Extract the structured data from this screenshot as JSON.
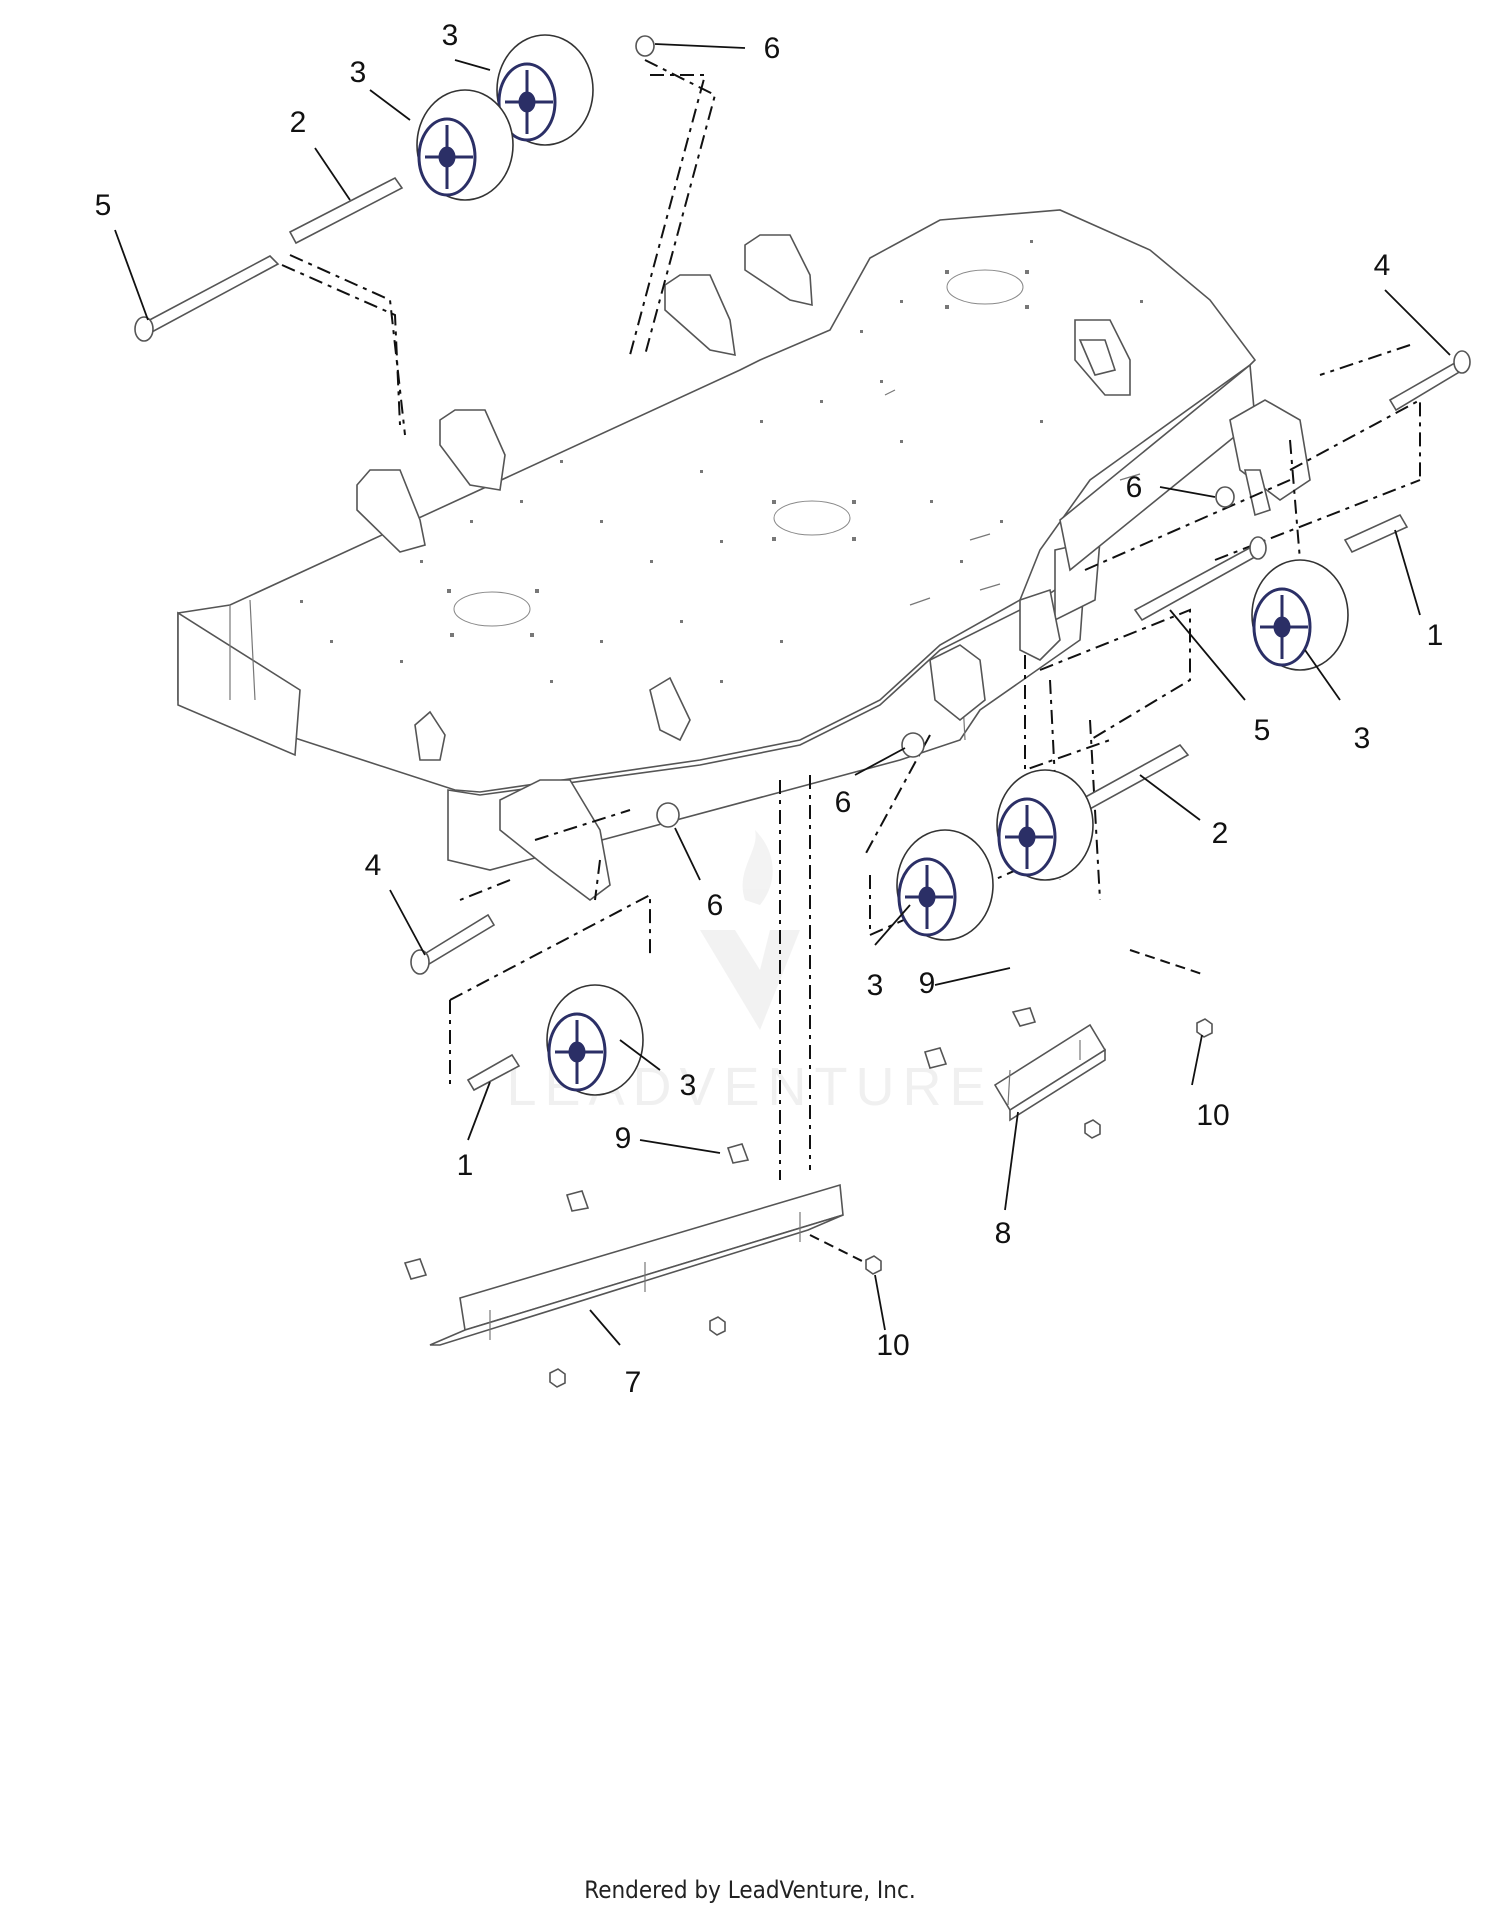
{
  "callouts": [
    {
      "id": "c1a",
      "text": "1"
    },
    {
      "id": "c1b",
      "text": "1"
    },
    {
      "id": "c2a",
      "text": "2"
    },
    {
      "id": "c2b",
      "text": "2"
    },
    {
      "id": "c3a",
      "text": "3"
    },
    {
      "id": "c3b",
      "text": "3"
    },
    {
      "id": "c3c",
      "text": "3"
    },
    {
      "id": "c3d",
      "text": "3"
    },
    {
      "id": "c3e",
      "text": "3"
    },
    {
      "id": "c4a",
      "text": "4"
    },
    {
      "id": "c4b",
      "text": "4"
    },
    {
      "id": "c5a",
      "text": "5"
    },
    {
      "id": "c5b",
      "text": "5"
    },
    {
      "id": "c6a",
      "text": "6"
    },
    {
      "id": "c6b",
      "text": "6"
    },
    {
      "id": "c6c",
      "text": "6"
    },
    {
      "id": "c6d",
      "text": "6"
    },
    {
      "id": "c7",
      "text": "7"
    },
    {
      "id": "c8",
      "text": "8"
    },
    {
      "id": "c9a",
      "text": "9"
    },
    {
      "id": "c9b",
      "text": "9"
    },
    {
      "id": "c10a",
      "text": "10"
    },
    {
      "id": "c10b",
      "text": "10"
    }
  ],
  "footer": "Rendered by LeadVenture, Inc.",
  "watermark": "LEADVENTURE"
}
